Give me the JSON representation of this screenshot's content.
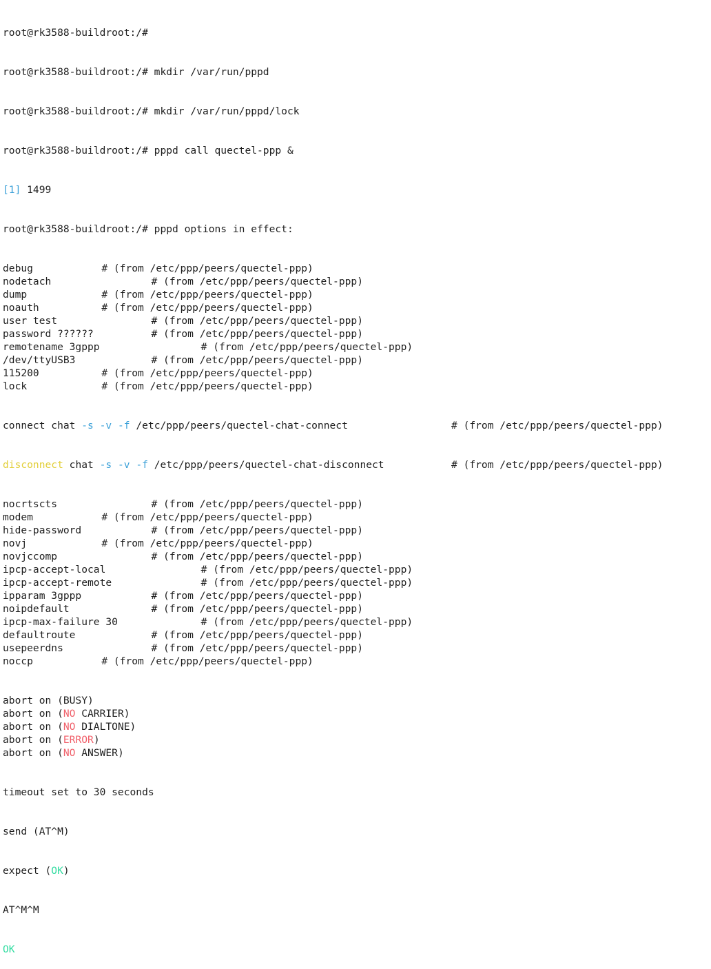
{
  "terminal": {
    "prompt": "root@rk3588-buildroot:/#",
    "commands": [
      "",
      " mkdir /var/run/pppd",
      " mkdir /var/run/pppd/lock",
      " pppd call quectel-ppp &"
    ],
    "job": {
      "id": "[1]",
      "pid": " 1499"
    },
    "options_header": " pppd options in effect:",
    "comment": "# (from /etc/ppp/peers/quectel-ppp)",
    "options": [
      {
        "opt": "debug",
        "col": 16
      },
      {
        "opt": "nodetach",
        "col": 24
      },
      {
        "opt": "dump",
        "col": 16
      },
      {
        "opt": "noauth",
        "col": 16
      },
      {
        "opt": "user test",
        "col": 24
      },
      {
        "opt": "password ??????",
        "col": 24
      },
      {
        "opt": "remotename 3gppp",
        "col": 32
      },
      {
        "opt": "/dev/ttyUSB3",
        "col": 24
      },
      {
        "opt": "115200",
        "col": 16
      },
      {
        "opt": "lock",
        "col": 16
      }
    ],
    "connect": {
      "kw": "connect",
      "cmd": " chat ",
      "flags": [
        "-s",
        "-v",
        "-f"
      ],
      "path": " /etc/ppp/peers/quectel-chat-connect",
      "col": 72
    },
    "disconnect": {
      "kw": "disconnect",
      "cmd": " chat ",
      "flags": [
        "-s",
        "-v",
        "-f"
      ],
      "path": " /etc/ppp/peers/quectel-chat-disconnect",
      "col": 72
    },
    "options2": [
      {
        "opt": "nocrtscts",
        "col": 24
      },
      {
        "opt": "modem",
        "col": 16
      },
      {
        "opt": "hide-password",
        "col": 24
      },
      {
        "opt": "novj",
        "col": 16
      },
      {
        "opt": "novjccomp",
        "col": 24
      },
      {
        "opt": "ipcp-accept-local",
        "col": 32
      },
      {
        "opt": "ipcp-accept-remote",
        "col": 32
      },
      {
        "opt": "ipparam 3gppp",
        "col": 24
      },
      {
        "opt": "noipdefault",
        "col": 24
      },
      {
        "opt": "ipcp-max-failure 30",
        "col": 32
      },
      {
        "opt": "defaultroute",
        "col": 24
      },
      {
        "opt": "usepeerdns",
        "col": 24
      },
      {
        "opt": "noccp",
        "col": 16
      }
    ],
    "aborts": [
      {
        "pre": "abort on (",
        "hl": "",
        "rest": "BUSY)"
      },
      {
        "pre": "abort on (",
        "hl": "NO",
        "rest": " CARRIER)"
      },
      {
        "pre": "abort on (",
        "hl": "NO",
        "rest": " DIALTONE)"
      },
      {
        "pre": "abort on (",
        "hl": "ERROR",
        "rest": ")"
      },
      {
        "pre": "abort on (",
        "hl": "NO",
        "rest": " ANSWER)"
      }
    ],
    "timeout": "timeout set to 30 seconds",
    "send": "send (AT^M)",
    "expect_pre": "expect (",
    "expect_ok": "OK",
    "expect_post": ")",
    "echo": "AT^M^M",
    "ok": "OK",
    "colors": {
      "blue": "#3aa0d8",
      "yellow": "#e2cf3a",
      "red": "#f0606a",
      "green": "#30dca0",
      "text": "#1e1e1e",
      "background": "#ffffff"
    }
  }
}
